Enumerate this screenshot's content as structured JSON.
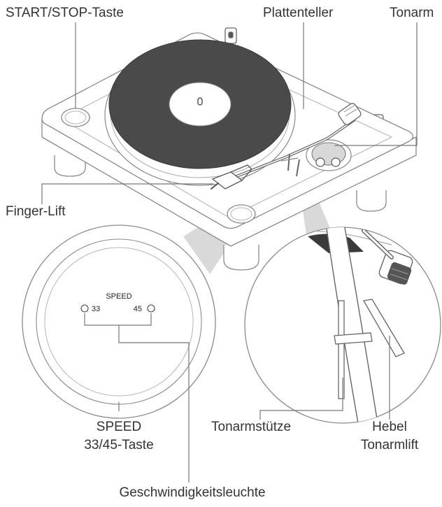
{
  "labels": {
    "start_stop": "START/STOP-Taste",
    "platter": "Plattenteller",
    "tonearm": "Tonarm",
    "finger_lift": "Finger-Lift",
    "speed_button_line1": "SPEED",
    "speed_button_line2": "33/45-Taste",
    "tonearm_rest": "Tonarmstütze",
    "lift_lever_line1": "Hebel",
    "lift_lever_line2": "Tonarmlift",
    "speed_indicator": "Geschwindigkeitsleuchte"
  },
  "speed_panel": {
    "title": "SPEED",
    "opt_33": "33",
    "opt_45": "45"
  },
  "colors": {
    "outline": "#8a8a8a",
    "record": "#4a4a4a",
    "leader": "#777777",
    "callout_fill": "#cfcfcf"
  }
}
